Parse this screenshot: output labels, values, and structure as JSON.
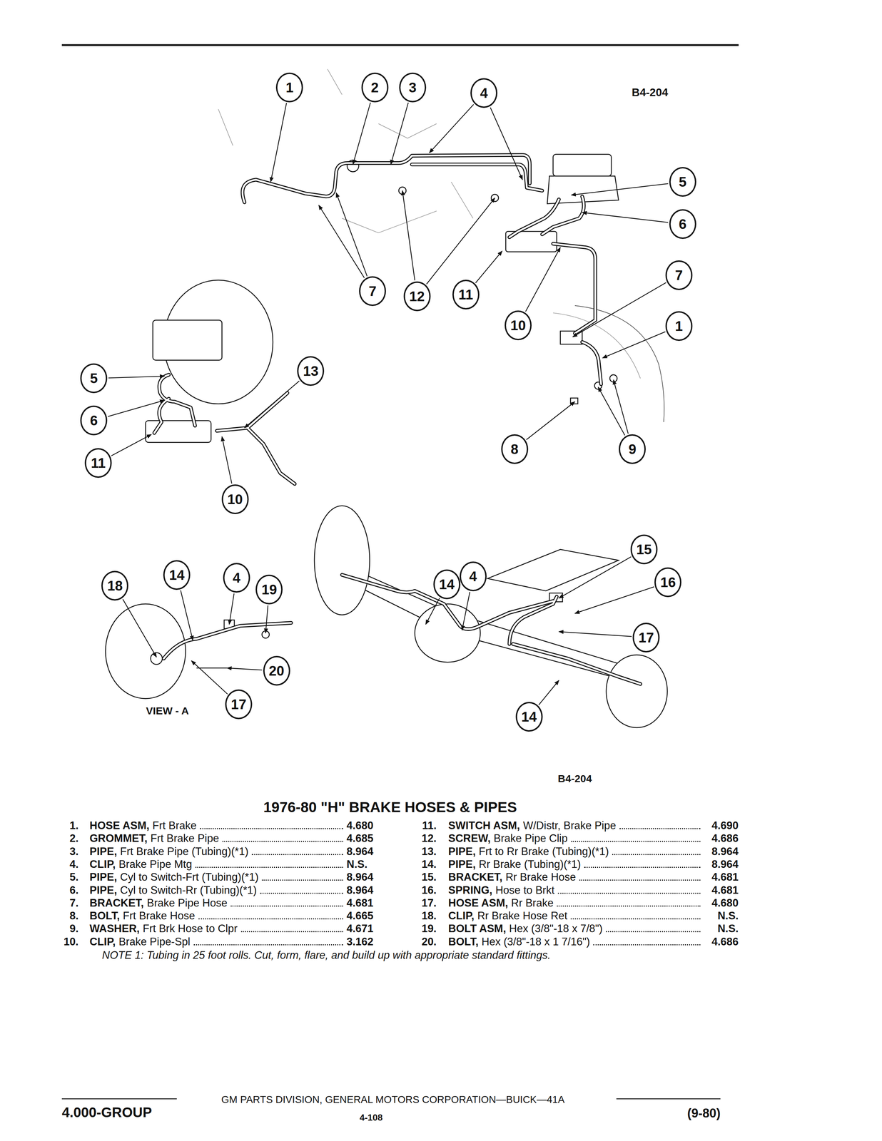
{
  "diagram": {
    "title": "1976-80 \"H\" BRAKE HOSES & PIPES",
    "nodes": [
      {
        "text": [
          "1"
        ]
      },
      {
        "text": [
          "2"
        ]
      },
      {
        "text": [
          "3"
        ]
      },
      {
        "text": [
          "4"
        ]
      },
      {
        "text": [
          "5"
        ]
      },
      {
        "text": [
          "6"
        ]
      },
      {
        "text": [
          "7"
        ]
      },
      {
        "text": [
          "7"
        ]
      },
      {
        "text": [
          "11"
        ]
      },
      {
        "text": [
          "12"
        ]
      },
      {
        "text": [
          "1"
        ]
      },
      {
        "text": [
          "10"
        ]
      },
      {
        "text": [
          "13"
        ]
      },
      {
        "text": [
          "5"
        ]
      },
      {
        "text": [
          "6"
        ]
      },
      {
        "text": [
          "8"
        ]
      },
      {
        "text": [
          "9"
        ]
      },
      {
        "text": [
          "11"
        ]
      },
      {
        "text": [
          "10"
        ]
      },
      {
        "text": [
          "15"
        ]
      },
      {
        "text": [
          "14"
        ]
      },
      {
        "text": [
          "4"
        ]
      },
      {
        "text": [
          "4"
        ]
      },
      {
        "text": [
          "16"
        ]
      },
      {
        "text": [
          "14"
        ]
      },
      {
        "text": [
          "18"
        ]
      },
      {
        "text": [
          "19"
        ]
      },
      {
        "text": [
          "17"
        ]
      },
      {
        "text": [
          "20"
        ]
      },
      {
        "text": [
          "17"
        ]
      },
      {
        "text": [
          "14"
        ]
      }
    ],
    "labels": [
      "B4-204",
      "VIEW - A",
      "B4-204",
      "1.",
      "HOSE ASM,",
      "Frt Brake",
      "4.680",
      "2.",
      "GROMMET,",
      "Frt Brake Pipe",
      "4.685",
      "3.",
      "PIPE,",
      "Frt Brake Pipe (Tubing)(*1)",
      "8.964",
      "4.",
      "CLIP,",
      "Brake Pipe Mtg",
      "N.S.",
      "5.",
      "PIPE,",
      "Cyl to Switch-Frt (Tubing)(*1)",
      "8.964",
      "6.",
      "PIPE,",
      "Cyl to Switch-Rr (Tubing)(*1)",
      "8.964",
      "7.",
      "BRACKET,",
      "Brake Pipe Hose",
      "4.681",
      "8.",
      "BOLT,",
      "Frt Brake Hose",
      "4.665",
      "9.",
      "WASHER,",
      "Frt Brk Hose to Clpr",
      "4.671",
      "10.",
      "CLIP,",
      "Brake Pipe-Spl",
      "3.162",
      "11.",
      "SWITCH ASM,",
      "W/Distr, Brake Pipe",
      "4.690",
      "12.",
      "SCREW,",
      "Brake Pipe Clip",
      "4.686",
      "13.",
      "PIPE,",
      "Frt to Rr Brake (Tubing)(*1)",
      "8.964",
      "14.",
      "PIPE,",
      "Rr Brake (Tubing)(*1)",
      "8.964",
      "15.",
      "BRACKET,",
      "Rr Brake Hose",
      "4.681",
      "16.",
      "SPRING,",
      "Hose to Brkt",
      "4.681",
      "17.",
      "HOSE ASM,",
      "Rr Brake",
      "4.680",
      "18.",
      "CLIP,",
      "Rr Brake Hose Ret",
      "N.S.",
      "19.",
      "BOLT ASM,",
      "Hex (3/8\"-18 x 7/8\")",
      "N.S.",
      "20.",
      "BOLT,",
      "Hex (3/8\"-18 x 1 7/16\")",
      "4.686",
      "NOTE 1: Tubing in 25 foot rolls. Cut, form, flare, and build up with appropriate standard fittings.",
      "GM PARTS DIVISION, GENERAL MOTORS CORPORATION—BUICK—41A",
      "4.000-GROUP",
      "4-108",
      "(9-80)"
    ]
  }
}
